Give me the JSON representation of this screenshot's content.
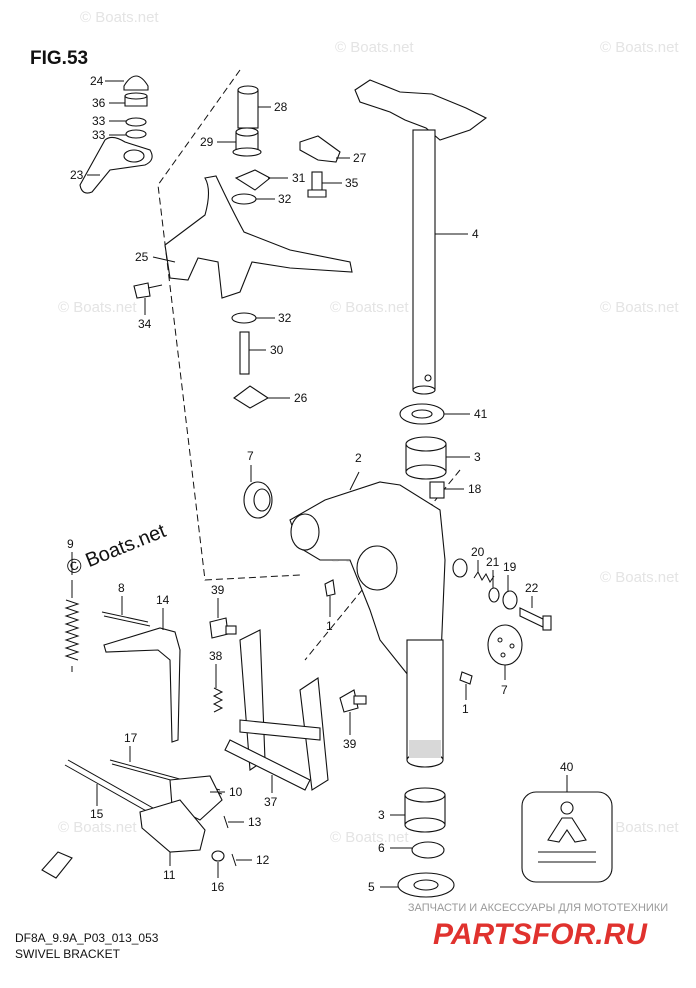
{
  "figure_label": "FIG.53",
  "part_numbers": [
    "24",
    "36",
    "33",
    "33",
    "23",
    "28",
    "29",
    "27",
    "31",
    "35",
    "32",
    "4",
    "25",
    "34",
    "32",
    "30",
    "26",
    "41",
    "7",
    "2",
    "3",
    "18",
    "9",
    "8",
    "14",
    "39",
    "20",
    "21",
    "19",
    "22",
    "1",
    "7",
    "38",
    "1",
    "39",
    "17",
    "10",
    "15",
    "13",
    "37",
    "11",
    "16",
    "12",
    "40",
    "3",
    "6",
    "5"
  ],
  "watermark_text": "© Boats.net",
  "overlay_text": "© Boats.net",
  "diagram_code": "DF8A_9.9A_P03_013_053",
  "diagram_title": "SWIVEL BRACKET",
  "brand_tagline": "ЗАПЧАСТИ И АКСЕССУАРЫ ДЛЯ МОТОТЕХНИКИ",
  "brand_name": "PARTSFOR.RU",
  "colors": {
    "brand_red": "#e0322e",
    "line": "#111111",
    "watermark": "#e4e4e4"
  }
}
